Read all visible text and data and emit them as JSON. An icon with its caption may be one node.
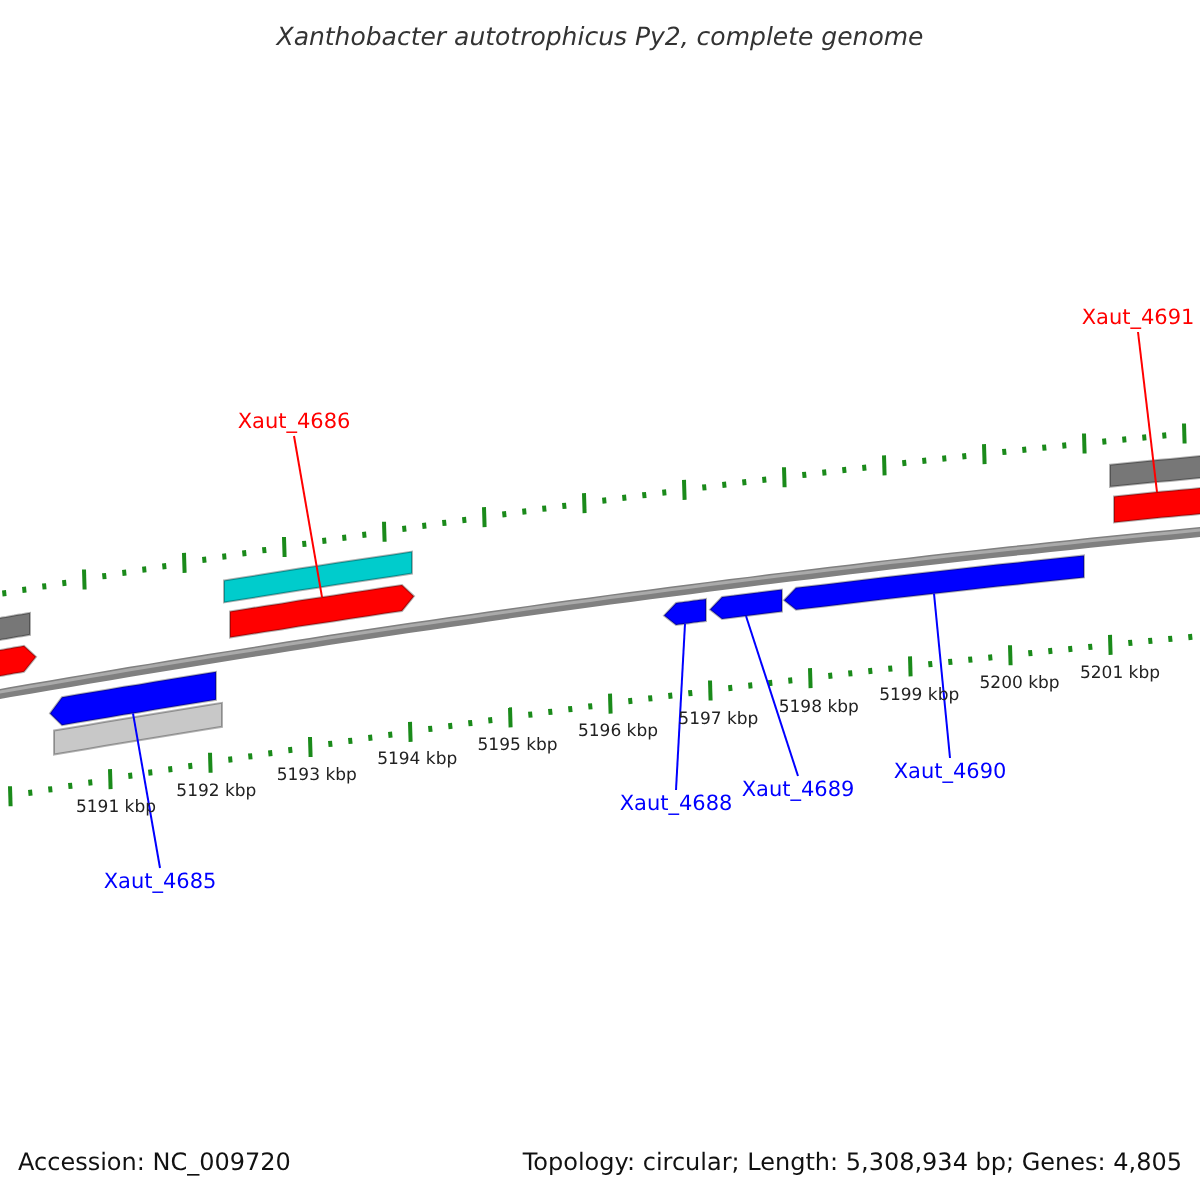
{
  "diagram": {
    "title": "Xanthobacter autotrophicus Py2, complete genome",
    "nodes": [
      {
        "text": [
          "Xaut_4691"
        ]
      },
      {
        "text": [
          "Xaut_4686"
        ]
      },
      {
        "text": [
          "Xaut_4690"
        ]
      },
      {
        "text": [
          "Xaut_4689"
        ]
      },
      {
        "text": [
          "Xaut_4688"
        ]
      },
      {
        "text": [
          "Xaut_4685"
        ]
      },
      {
        "text": [],
        "shape": "bar"
      },
      {
        "text": [],
        "shape": "bar"
      },
      {
        "text": [],
        "shape": "bar"
      },
      {
        "text": [],
        "shape": "bar"
      },
      {
        "text": [],
        "shape": "bar"
      },
      {
        "text": [],
        "shape": "bar"
      },
      {
        "text": [],
        "shape": "bar"
      },
      {
        "text": [],
        "shape": "bar"
      },
      {
        "text": [],
        "shape": "bar"
      },
      {
        "text": [],
        "shape": "bar"
      },
      {
        "text": [],
        "shape": "bar"
      }
    ],
    "edges": [
      {
        "from": 0,
        "to": 16,
        "arrow": "none",
        "color": "#ff0000"
      },
      {
        "from": 1,
        "to": 11,
        "arrow": "none",
        "color": "#ff0000"
      },
      {
        "from": 2,
        "to": 14,
        "arrow": "none"
      },
      {
        "from": 3,
        "to": 13,
        "arrow": "none"
      },
      {
        "from": 4,
        "to": 12,
        "arrow": "none"
      },
      {
        "from": 5,
        "to": 8,
        "arrow": "none"
      }
    ],
    "labels": [
      "5191 kbp",
      "5192 kbp",
      "5193 kbp",
      "5194 kbp",
      "5195 kbp",
      "5196 kbp",
      "5197 kbp",
      "5198 kbp",
      "5199 kbp",
      "5200 kbp",
      "5201 kbp",
      "Accession: NC_009720",
      "Topology: circular; Length: 5,308,934 bp; Genes: 4,805"
    ]
  }
}
